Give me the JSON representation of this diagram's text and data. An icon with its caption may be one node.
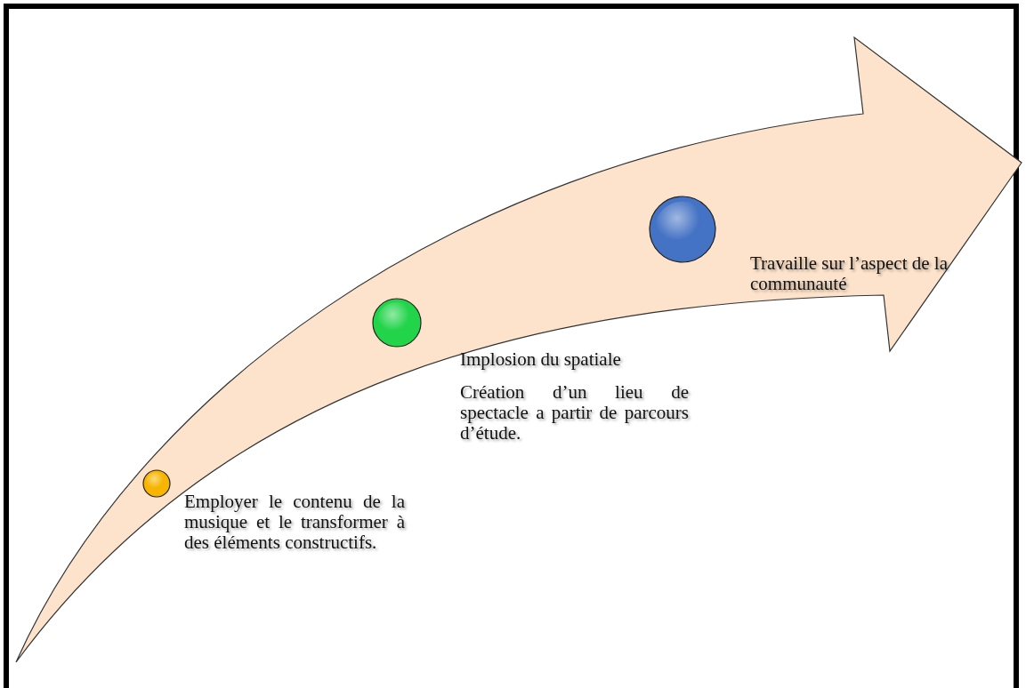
{
  "diagram": {
    "nodes": [
      {
        "text": [],
        "shape": "circle",
        "beside": [
          "Employer le contenu de la musique et le transformer à des éléments constructifs."
        ]
      },
      {
        "text": [],
        "shape": "circle",
        "beside": [
          "Implosion du spatiale",
          "Création d’un lieu de spectacle a partir de parcours d’étude."
        ]
      },
      {
        "text": [],
        "shape": "circle",
        "beside": [
          "Travaille sur l’aspect de la communauté"
        ]
      }
    ],
    "edges": []
  }
}
